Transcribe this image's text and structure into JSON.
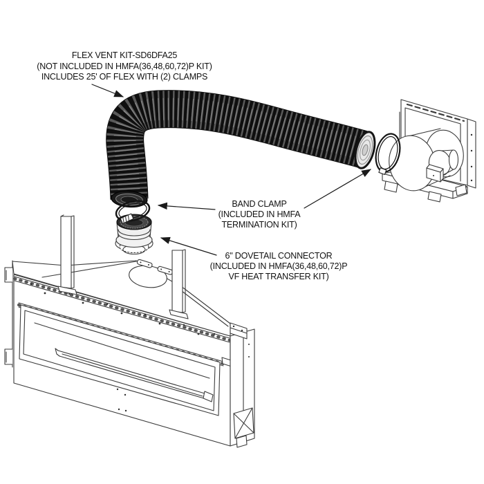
{
  "labels": {
    "flex_vent_kit": {
      "lines": [
        "FLEX VENT KIT-SD6DFA25",
        "(NOT INCLUDED IN HMFA(36,48,60,72)P KIT)",
        "INCLUDES 25' OF FLEX WITH (2) CLAMPS"
      ]
    },
    "band_clamp": {
      "lines": [
        "BAND CLAMP",
        "(INCLUDED IN HMFA",
        "TERMINATION KIT)"
      ]
    },
    "dovetail_connector": {
      "lines": [
        "6\" DOVETAIL CONNECTOR",
        "(INCLUDED IN HMFA(36,48,60,72)P",
        "VF HEAT TRANSFER KIT)"
      ]
    }
  },
  "colors": {
    "background": "#ffffff",
    "line_ink": "#3a3a3a",
    "duct_fill": "#101010",
    "label_text": "#111111"
  }
}
